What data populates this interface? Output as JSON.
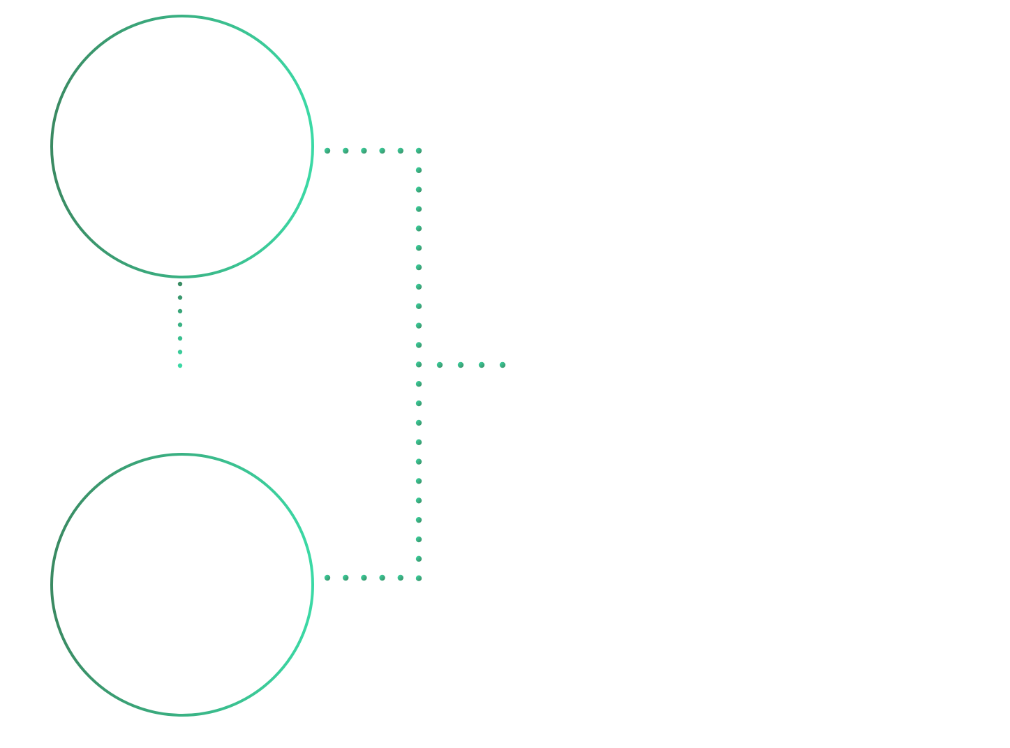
{
  "diagram": {
    "nodes": [
      {
        "id": "top-circle"
      },
      {
        "id": "bottom-circle"
      }
    ],
    "connectors": [
      {
        "from": "top-circle",
        "to": "bracket"
      },
      {
        "from": "bottom-circle",
        "to": "bracket"
      },
      {
        "from": "bracket",
        "to": "right-stub"
      },
      {
        "from": "top-circle",
        "to": "down-stub"
      }
    ]
  },
  "colors": {
    "gradient_start": "#3a8a62",
    "gradient_end": "#3bd9a5",
    "background": "#ffffff"
  }
}
